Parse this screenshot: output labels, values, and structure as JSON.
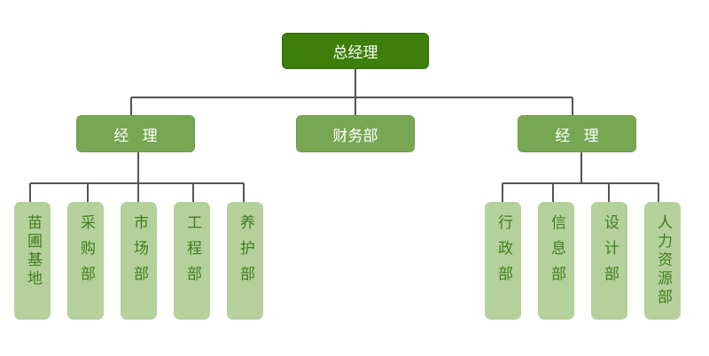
{
  "root": {
    "label": "总经理"
  },
  "managers": {
    "left": {
      "label": "经理"
    },
    "finance": {
      "label": "财务部"
    },
    "right": {
      "label": "经理"
    }
  },
  "departments_left": [
    {
      "label": "苗圃基地"
    },
    {
      "label": "采购部"
    },
    {
      "label": "市场部"
    },
    {
      "label": "工程部"
    },
    {
      "label": "养护部"
    }
  ],
  "departments_right": [
    {
      "label": "行政部"
    },
    {
      "label": "信息部"
    },
    {
      "label": "设计部"
    },
    {
      "label": "人力资源部"
    }
  ],
  "colors": {
    "root_fill": "#3d7f0a",
    "manager_fill": "#77a752",
    "leaf_fill": "#b4d19c",
    "leaf_text": "#3f7d1c",
    "connector": "#555555"
  }
}
